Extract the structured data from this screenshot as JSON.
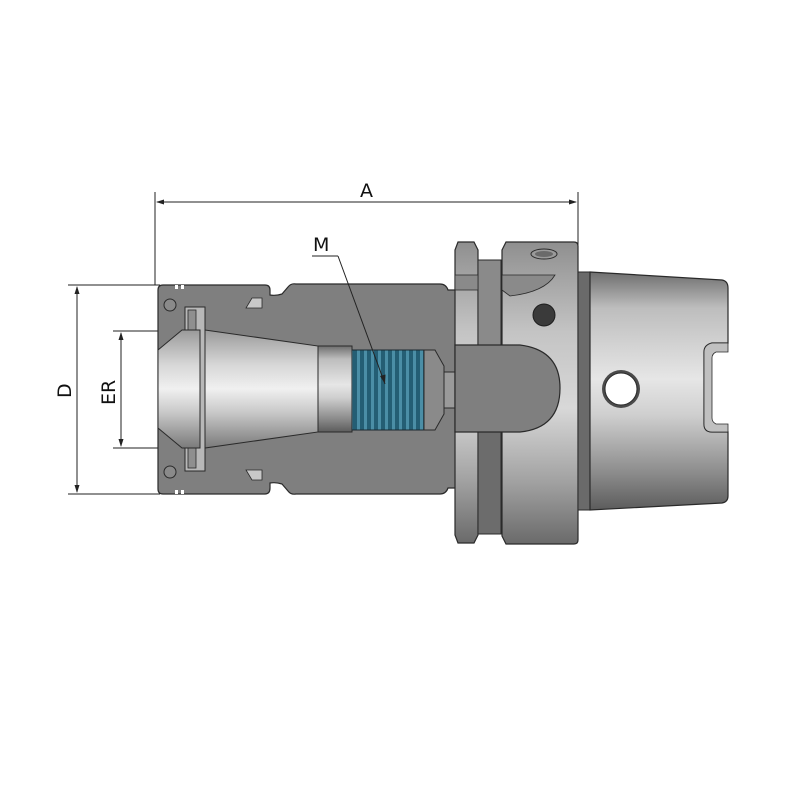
{
  "diagram": {
    "subject": "HSK ER collet chuck holder, side cross-section view",
    "dimensions": {
      "A": {
        "label": "A",
        "meaning": "overall length"
      },
      "D": {
        "label": "D",
        "meaning": "nut outer diameter"
      },
      "ER": {
        "label": "ER",
        "meaning": "collet size"
      },
      "M": {
        "label": "M",
        "meaning": "internal thread"
      }
    },
    "colors": {
      "background": "#ffffff",
      "section_fill": "#7f7f7f",
      "steel_light": "#d9d9d9",
      "steel_dark": "#5a5a5a",
      "thread": "#2e6f86",
      "outline": "#2a2a2a",
      "dimension_line": "#222222"
    }
  }
}
